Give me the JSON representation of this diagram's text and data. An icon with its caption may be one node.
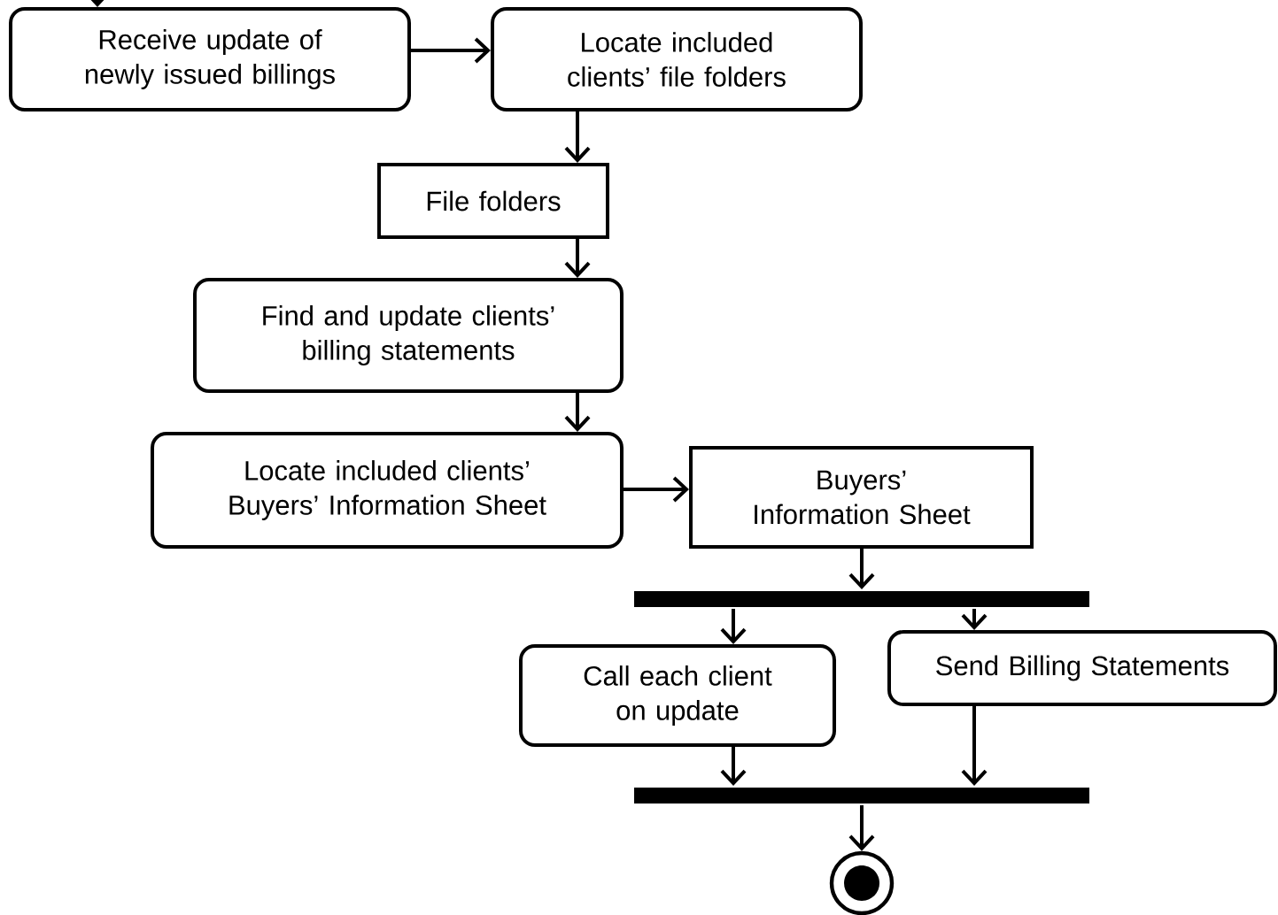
{
  "diagram": {
    "nodes": [
      {
        "text": [
          "Receive update of newly issued billings"
        ]
      },
      {
        "text": [
          "Locate included clients’ file folders"
        ]
      },
      {
        "text": [
          "File folders"
        ]
      },
      {
        "text": [
          "Find and update clients’ billing statements"
        ]
      },
      {
        "text": [
          "Locate included clients’ Buyers’ Information Sheet"
        ]
      },
      {
        "text": [
          "Buyers’ Information Sheet"
        ]
      },
      {
        "text": [],
        "shape": "bar"
      },
      {
        "text": [
          "Call each client on update"
        ]
      },
      {
        "text": [
          "Send Billing Statements"
        ]
      },
      {
        "text": [],
        "shape": "bar"
      },
      {
        "text": [],
        "shape": "circle"
      }
    ],
    "edges": [
      {
        "from": null,
        "to": 0,
        "arrow": "to"
      },
      {
        "from": 0,
        "to": 1,
        "arrow": "to"
      },
      {
        "from": 1,
        "to": 2,
        "arrow": "to"
      },
      {
        "from": 2,
        "to": 3,
        "arrow": "to"
      },
      {
        "from": 3,
        "to": 4,
        "arrow": "to"
      },
      {
        "from": 4,
        "to": 5,
        "arrow": "to"
      },
      {
        "from": 5,
        "to": 6,
        "arrow": "to"
      },
      {
        "from": 6,
        "to": 7,
        "arrow": "to"
      },
      {
        "from": 6,
        "to": 8,
        "arrow": "to"
      },
      {
        "from": 7,
        "to": 9,
        "arrow": "to"
      },
      {
        "from": 8,
        "to": 9,
        "arrow": "to"
      },
      {
        "from": 9,
        "to": 10,
        "arrow": "to"
      }
    ]
  }
}
